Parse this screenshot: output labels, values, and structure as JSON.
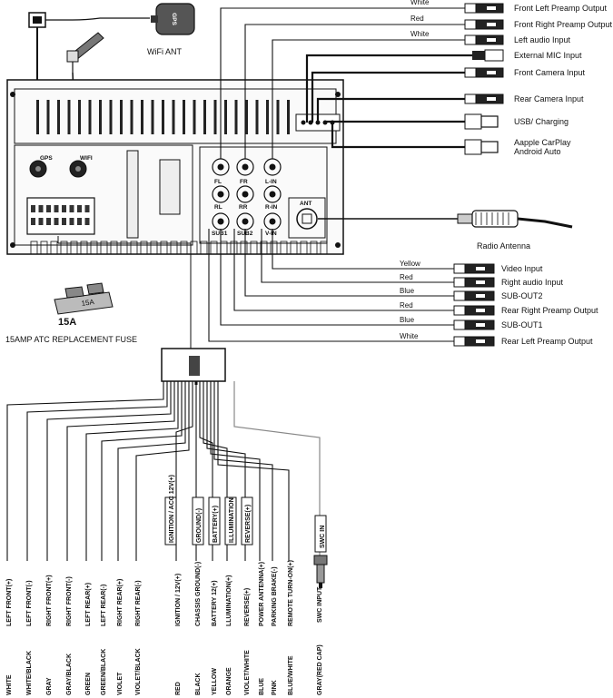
{
  "gps": {
    "icon_label": "GPS"
  },
  "wifi": {
    "label": "WiFi ANT"
  },
  "unit_ports": {
    "gps": "GPS",
    "wifi": "WIFI",
    "fl": "FL",
    "fr": "FR",
    "lin": "L-IN",
    "rl": "RL",
    "rr": "RR",
    "rin": "R-IN",
    "sub1": "SUB1",
    "sub2": "SUB2",
    "vin": "V-IN",
    "ant": "ANT"
  },
  "top_connectors": [
    {
      "color": "White",
      "label": "Front Left Preamp Output"
    },
    {
      "color": "Red",
      "label": "Front Right Preamp Output"
    },
    {
      "color": "White",
      "label": "Left audio Input"
    },
    {
      "color": "",
      "label": "External MIC Input"
    },
    {
      "color": "",
      "label": "Front Camera Input"
    },
    {
      "color": "",
      "label": "Rear Camera Input"
    },
    {
      "color": "",
      "label": "USB/ Charging"
    },
    {
      "color": "",
      "label": "Aapple CarPlay\nAndroid Auto"
    }
  ],
  "antenna": {
    "label": "Radio Antenna"
  },
  "bottom_connectors": [
    {
      "color": "Yellow",
      "label": "Video Input"
    },
    {
      "color": "Red",
      "label": "Right audio Input"
    },
    {
      "color": "Blue",
      "label": "SUB-OUT2"
    },
    {
      "color": "Red",
      "label": "Rear Right Preamp Output"
    },
    {
      "color": "Blue",
      "label": "SUB-OUT1"
    },
    {
      "color": "White",
      "label": "Rear Left Preamp Output"
    }
  ],
  "fuse": {
    "value": "15A",
    "small": "15A",
    "caption": "15AMP ATC REPLACEMENT FUSE"
  },
  "group_labels": [
    "IGNITION / ACC 12V(+)",
    "GROUND(-)",
    "BATTERY(+)",
    "ILLUMINATION",
    "REVERSE(+)"
  ],
  "swc": {
    "label": "SWC IN"
  },
  "wires": [
    {
      "function": "LEFT FRONT(+)",
      "color": "WHITE"
    },
    {
      "function": "LEFT FRONT(-)",
      "color": "WHITE/BLACK"
    },
    {
      "function": "RIGHT FRONT(+)",
      "color": "GRAY"
    },
    {
      "function": "RIGHT FRONT(-)",
      "color": "GRAY/BLACK"
    },
    {
      "function": "LEFT REAR(+)",
      "color": "GREEN"
    },
    {
      "function": "LEFT REAR(-)",
      "color": "GREEN/BLACK"
    },
    {
      "function": "RIGHT REAR(+)",
      "color": "VIOLET"
    },
    {
      "function": "RIGHT REAR(-)",
      "color": "VIOLET/BLACK"
    },
    {
      "function": "IGNITION / 12V(+)",
      "color": "RED"
    },
    {
      "function": "CHASSIS GROUND(-)",
      "color": "BLACK"
    },
    {
      "function": "BATTERY 12(+)",
      "color": "YELLOW"
    },
    {
      "function": "LLUMINATION(+)",
      "color": "ORANGE"
    },
    {
      "function": "REVERSE(+)",
      "color": "VIOLET/WHITE"
    },
    {
      "function": "POWER ANTENNA(+)",
      "color": "BLUE"
    },
    {
      "function": "PARKING BRAKE(-)",
      "color": "PINK"
    },
    {
      "function": "REMOTE TURN-ON(+)",
      "color": "BLUE/WHITE"
    },
    {
      "function": "SWC INPUT",
      "color": "GRAY(RED CAP)"
    }
  ]
}
